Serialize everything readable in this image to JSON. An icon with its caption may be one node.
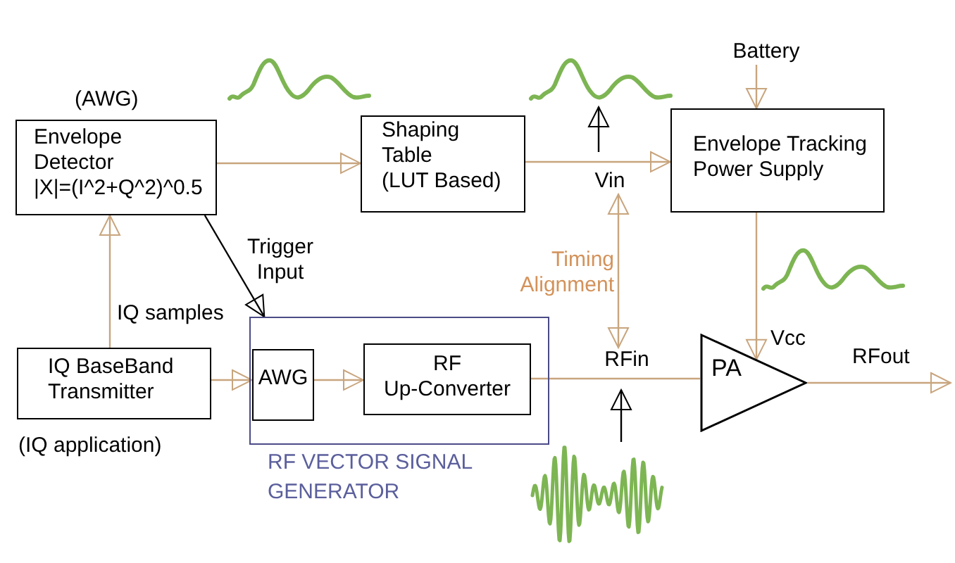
{
  "diagram": {
    "nodes": [
      {
        "text": [
          "Envelope Detector",
          "|X|=(I^2+Q^2)^0.5"
        ],
        "beside": [
          "(AWG)"
        ]
      },
      {
        "text": [
          "Shaping Table",
          "(LUT Based)"
        ]
      },
      {
        "text": [
          "Battery"
        ]
      },
      {
        "text": [
          "Envelope Tracking Power Supply"
        ]
      },
      {
        "text": [
          "Vin"
        ]
      },
      {
        "text": [
          "IQ BaseBand Transmitter"
        ],
        "beside": [
          "(IQ application)"
        ]
      },
      {
        "text": [
          "RF VECTOR SIGNAL GENERATOR"
        ]
      },
      {
        "text": [
          "AWG"
        ],
        "in": 6
      },
      {
        "text": [
          "RF Up-Converter"
        ],
        "in": 6
      },
      {
        "text": [
          "RFin"
        ]
      },
      {
        "text": [
          "PA"
        ]
      },
      {
        "text": [],
        "shape": "picture"
      },
      {
        "text": [],
        "shape": "picture"
      }
    ],
    "edges": [
      {
        "from": 5,
        "to": 0,
        "arrow": "to",
        "label": "IQ samples"
      },
      {
        "from": 0,
        "to": 1,
        "arrow": "to"
      },
      {
        "from": 1,
        "to": 3,
        "arrow": "to"
      },
      {
        "from": 2,
        "to": 3,
        "arrow": "to"
      },
      {
        "from": 3,
        "to": 10,
        "arrow": "to",
        "label": "Vcc"
      },
      {
        "from": 5,
        "to": 7,
        "arrow": "to"
      },
      {
        "from": 7,
        "to": 8,
        "arrow": "to"
      },
      {
        "from": 8,
        "to": 10,
        "arrow": "none"
      },
      {
        "from": 10,
        "to": null,
        "arrow": "to",
        "label": "RFout"
      },
      {
        "from": 0,
        "to": 6,
        "arrow": "to",
        "label": "Trigger Input",
        "color": "#000000"
      },
      {
        "from": 4,
        "to": 9,
        "arrow": "both",
        "label": "Timing Alignment"
      },
      {
        "from": 4,
        "to": 11,
        "arrow": "to",
        "color": "#000000"
      },
      {
        "from": 12,
        "to": 9,
        "arrow": "to",
        "color": "#000000"
      }
    ]
  }
}
